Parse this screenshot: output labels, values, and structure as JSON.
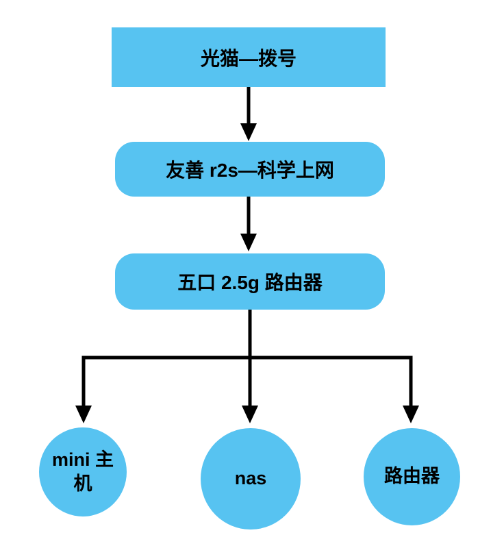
{
  "diagram": {
    "type": "flowchart",
    "background": "#ffffff",
    "node_fill": "#57c3f1",
    "text_color": "#000000",
    "edge_color": "#000000",
    "nodes": [
      {
        "id": "modem",
        "shape": "rectangle",
        "label": "光猫—拨号"
      },
      {
        "id": "r2s",
        "shape": "rounded-rectangle",
        "label": "友善 r2s—科学上网"
      },
      {
        "id": "switch-2-5g",
        "shape": "rounded-rectangle",
        "label": "五口 2.5g 路由器"
      },
      {
        "id": "mini-pc",
        "shape": "circle",
        "label": "mini 主机"
      },
      {
        "id": "nas",
        "shape": "circle",
        "label": "nas"
      },
      {
        "id": "router",
        "shape": "circle",
        "label": "路由器"
      }
    ],
    "edges": [
      {
        "from": "光猫—拨号",
        "to": "友善 r2s—科学上网"
      },
      {
        "from": "友善 r2s—科学上网",
        "to": "五口 2.5g 路由器"
      },
      {
        "from": "五口 2.5g 路由器",
        "to": "mini 主机"
      },
      {
        "from": "五口 2.5g 路由器",
        "to": "nas"
      },
      {
        "from": "五口 2.5g 路由器",
        "to": "路由器"
      }
    ]
  }
}
